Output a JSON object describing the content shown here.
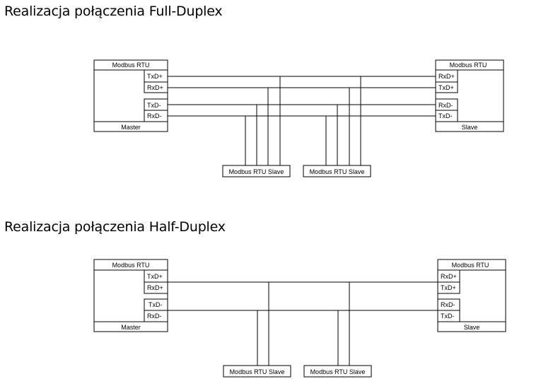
{
  "full_duplex": {
    "title": "Realizacja połączenia Full-Duplex",
    "master": {
      "header": "Modbus RTU",
      "footer": "Master",
      "pins": [
        "TxD+",
        "RxD+",
        "TxD-",
        "RxD-"
      ]
    },
    "slave": {
      "header": "Modbus RTU",
      "footer": "Slave",
      "pins": [
        "RxD+",
        "TxD+",
        "RxD-",
        "TxD-"
      ]
    },
    "mid_slaves": [
      "Modbus RTU Slave",
      "Modbus RTU Slave"
    ]
  },
  "half_duplex": {
    "title": "Realizacja połączenia Half-Duplex",
    "master": {
      "header": "Modbus RTU",
      "footer": "Master",
      "pins": [
        "TxD+",
        "RxD+",
        "TxD-",
        "RxD-"
      ]
    },
    "slave": {
      "header": "Modbus RTU",
      "footer": "Slave",
      "pins": [
        "RxD+",
        "TxD+",
        "RxD-",
        "TxD-"
      ]
    },
    "mid_slaves": [
      "Modbus RTU Slave",
      "Modbus RTU Slave"
    ]
  }
}
